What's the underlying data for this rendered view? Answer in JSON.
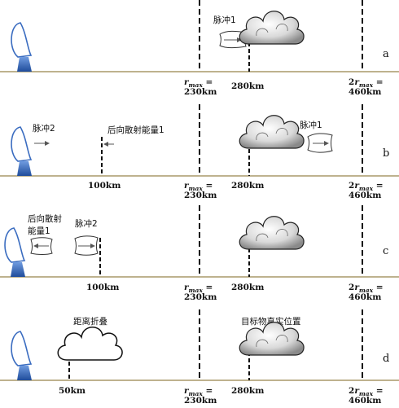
{
  "axis": {
    "rmax_symbol": "r",
    "rmax_sub": "max",
    "rmax_eq": " =",
    "rmax_val": "230km",
    "two_rmax_prefix": "2",
    "two_rmax_symbol": "r",
    "two_rmax_sub": "max",
    "two_rmax_eq": " =",
    "two_rmax_val": "460km",
    "target_km": "280km"
  },
  "panels": {
    "a": {
      "letter": "a",
      "pulse1": "脉冲1"
    },
    "b": {
      "letter": "b",
      "pulse2": "脉冲2",
      "backscatter": "后向散射能量1",
      "pulse1": "脉冲1",
      "km100": "100km"
    },
    "c": {
      "letter": "c",
      "backscatter_line1": "后向散射",
      "backscatter_line2": "能量1",
      "pulse2": "脉冲2",
      "km100": "100km"
    },
    "d": {
      "letter": "d",
      "folding": "距离折叠",
      "true_position": "目标物真实位置",
      "km50": "50km"
    }
  },
  "colors": {
    "ground": "#a89868",
    "radar_blue": "#2f5fa8",
    "radar_outline": "#3a6cc0"
  }
}
